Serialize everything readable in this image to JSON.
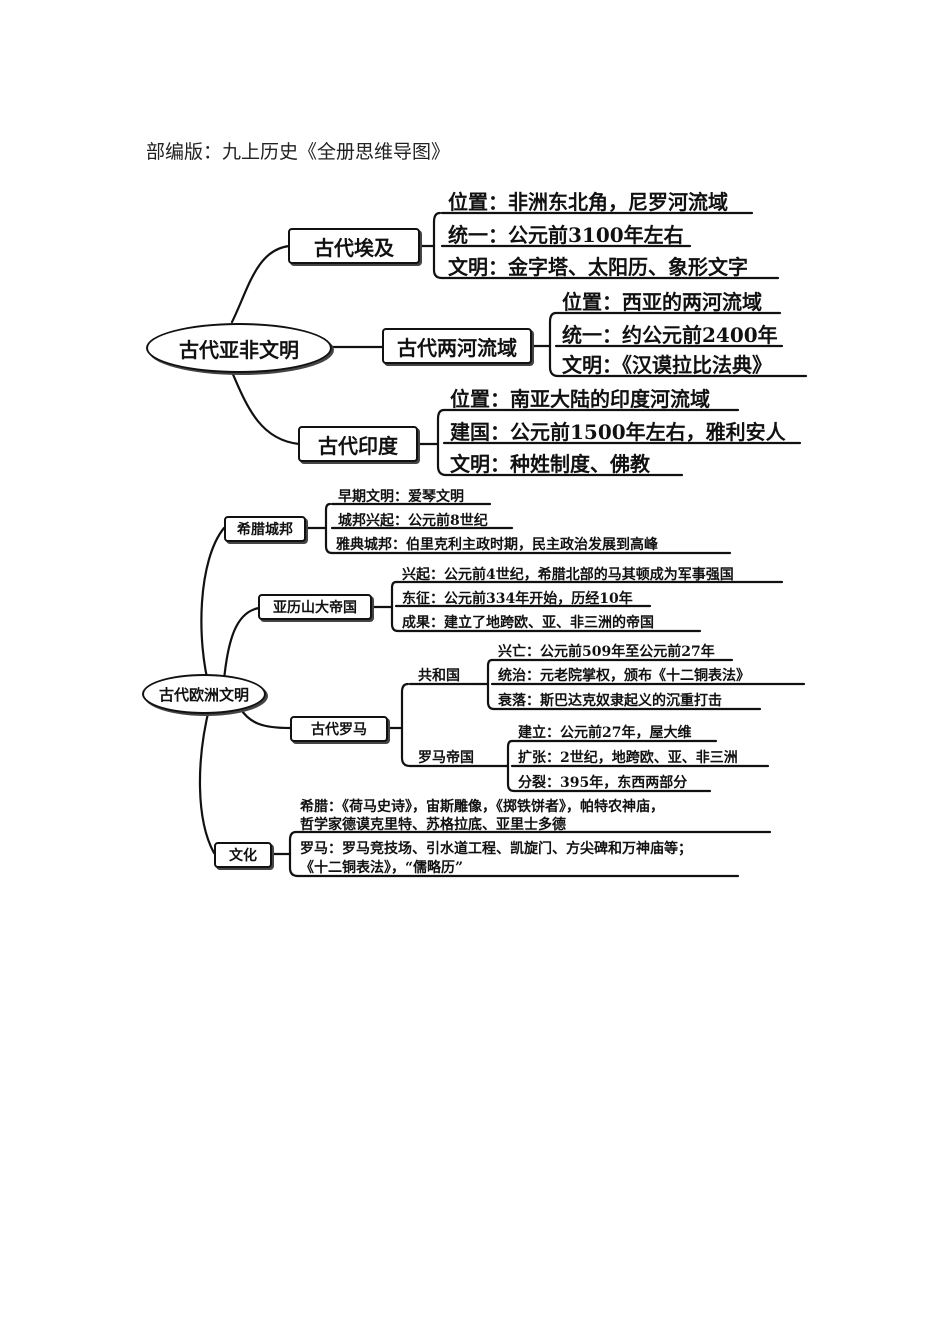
{
  "page_title": "部编版：九上历史《全册思维导图》",
  "map1": {
    "root": "古代亚非文明",
    "egypt": {
      "label": "古代埃及",
      "items": [
        "位置：非洲东北角，尼罗河流域",
        "统一：公元前3100年左右",
        "文明：金字塔、太阳历、象形文字"
      ]
    },
    "mesopotamia": {
      "label": "古代两河流域",
      "items": [
        "位置：西亚的两河流域",
        "统一：约公元前2400年",
        "文明：《汉谟拉比法典》"
      ]
    },
    "india": {
      "label": "古代印度",
      "items": [
        "位置：南亚大陆的印度河流域",
        "建国：公元前1500年左右，雅利安人",
        "文明：种姓制度、佛教"
      ]
    }
  },
  "map2": {
    "root": "古代欧洲文明",
    "greece": {
      "label": "希腊城邦",
      "items": [
        "早期文明：爱琴文明",
        "城邦兴起：公元前8世纪",
        "雅典城邦：伯里克利主政时期，民主政治发展到高峰"
      ]
    },
    "alexander": {
      "label": "亚历山大帝国",
      "items": [
        "兴起：公元前4世纪，希腊北部的马其顿成为军事强国",
        "东征：公元前334年开始，历经10年",
        "成果：建立了地跨欧、亚、非三洲的帝国"
      ]
    },
    "rome": {
      "label": "古代罗马",
      "republic": {
        "label": "共和国",
        "items": [
          "兴亡：公元前509年至公元前27年",
          "统治：元老院掌权，颁布《十二铜表法》",
          "衰落：斯巴达克奴隶起义的沉重打击"
        ]
      },
      "empire": {
        "label": "罗马帝国",
        "items": [
          "建立：公元前27年，屋大维",
          "扩张：2世纪，地跨欧、亚、非三洲",
          "分裂：395年，东西两部分"
        ]
      }
    },
    "culture": {
      "label": "文化",
      "greece_lines": [
        "希腊：《荷马史诗》，宙斯雕像，《掷铁饼者》，帕特农神庙，",
        "哲学家德谟克里特、苏格拉底、亚里士多德"
      ],
      "rome_lines": [
        "罗马：罗马竞技场、引水道工程、凯旋门、方尖碑和万神庙等；",
        "《十二铜表法》，“儒略历”"
      ]
    }
  }
}
